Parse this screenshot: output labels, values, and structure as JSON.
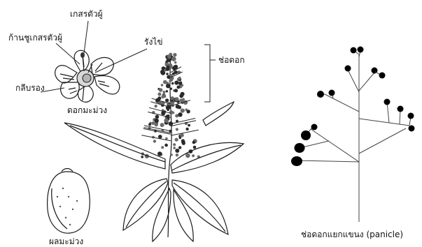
{
  "labels": {
    "stamen": "เกสรตัวผู้",
    "filament": "ก้านชูเกสรตัวผู้",
    "ovary": "รังไข่",
    "petal": "กลีบรอง",
    "flower_caption": "ดอกมะม่วง",
    "inflorescence": "ช่อดอก",
    "fruit_caption": "ผลมะม่วง",
    "panicle_caption": "ช่อดอกแยกแขนง (panicle)"
  },
  "colors": {
    "ink": "#1a1a1a",
    "background": "#ffffff"
  }
}
